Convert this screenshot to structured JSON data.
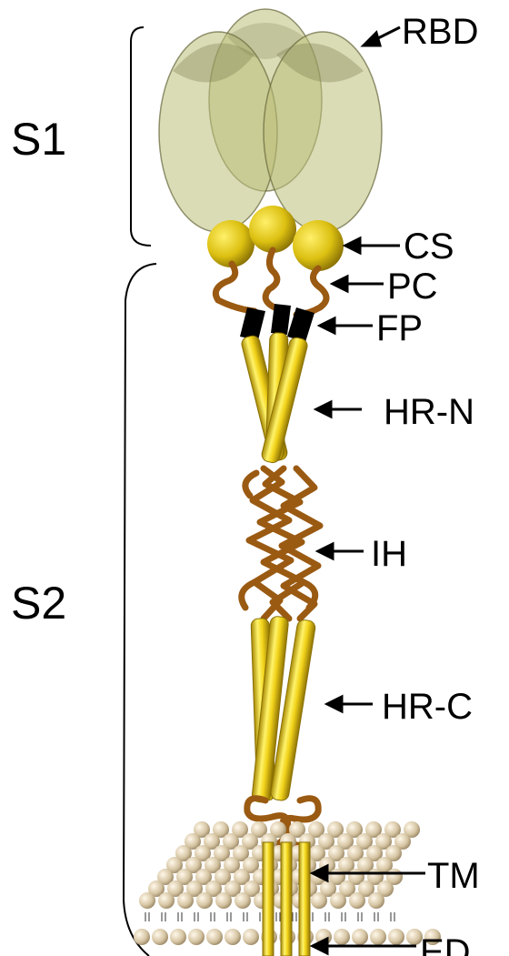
{
  "diagram": {
    "regions": {
      "s1": "S1",
      "s2": "S2"
    },
    "labels": {
      "rbd": "RBD",
      "cs": "CS",
      "pc": "PC",
      "fp": "FP",
      "hr_n": "HR-N",
      "ih": "IH",
      "hr_c": "HR-C",
      "tm": "TM",
      "ed": "ED"
    },
    "colors": {
      "head_fill": "#bcc07a",
      "head_stroke": "#6b6b3c",
      "helix": "#f2d31a",
      "helix_dark": "#b99a06",
      "linker": "#9a5a12",
      "fusion_peptide": "#000000",
      "cleavage_site": "#dcc011",
      "lipid_head": "#d4c4a4",
      "lipid_tail": "#555555",
      "text": "#000000"
    }
  }
}
